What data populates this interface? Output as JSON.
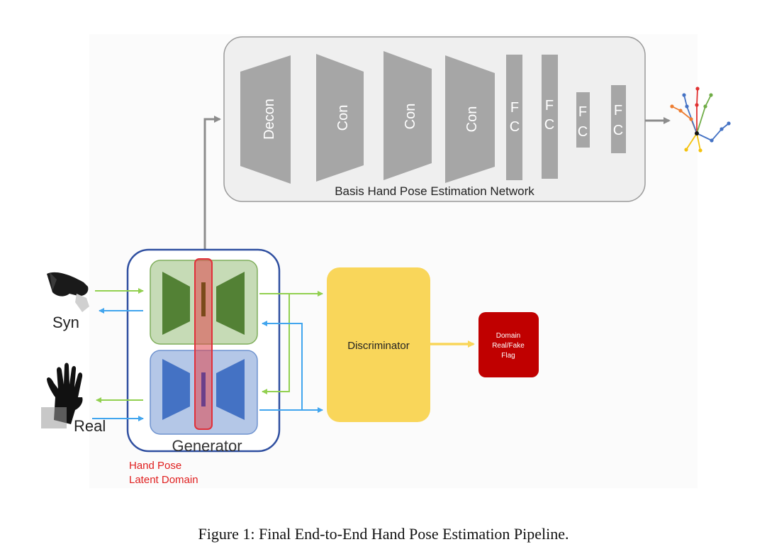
{
  "network": {
    "title": "Basis Hand Pose Estimation Network",
    "layers": [
      "Decon",
      "Con",
      "Con",
      "Con"
    ],
    "fc_top": "F",
    "fc_bottom": "C"
  },
  "inputs": {
    "syn": "Syn",
    "real": "Real"
  },
  "generator": {
    "label": "Generator"
  },
  "latent": {
    "line1": "Hand Pose",
    "line2": "Latent Domain"
  },
  "discriminator": {
    "label": "Discriminator"
  },
  "output": {
    "line1": "Domain",
    "line2": "Real/Fake",
    "line3": "Flag"
  },
  "caption": "Figure 1: Final End-to-End Hand Pose Estimation Pipeline.",
  "colors": {
    "network_bg": "#efefef",
    "layer_gray": "#a6a6a6",
    "generator_border": "#2f4fa0",
    "syn_encoder": "#538135",
    "syn_panel": "#c6dbb6",
    "real_encoder": "#4472c4",
    "real_panel": "#b4c7e7",
    "latent_red": "#e0454c",
    "discriminator": "#f9d65a",
    "flag": "#c00000",
    "green_arrow": "#92d050",
    "blue_arrow": "#41a5ee"
  }
}
